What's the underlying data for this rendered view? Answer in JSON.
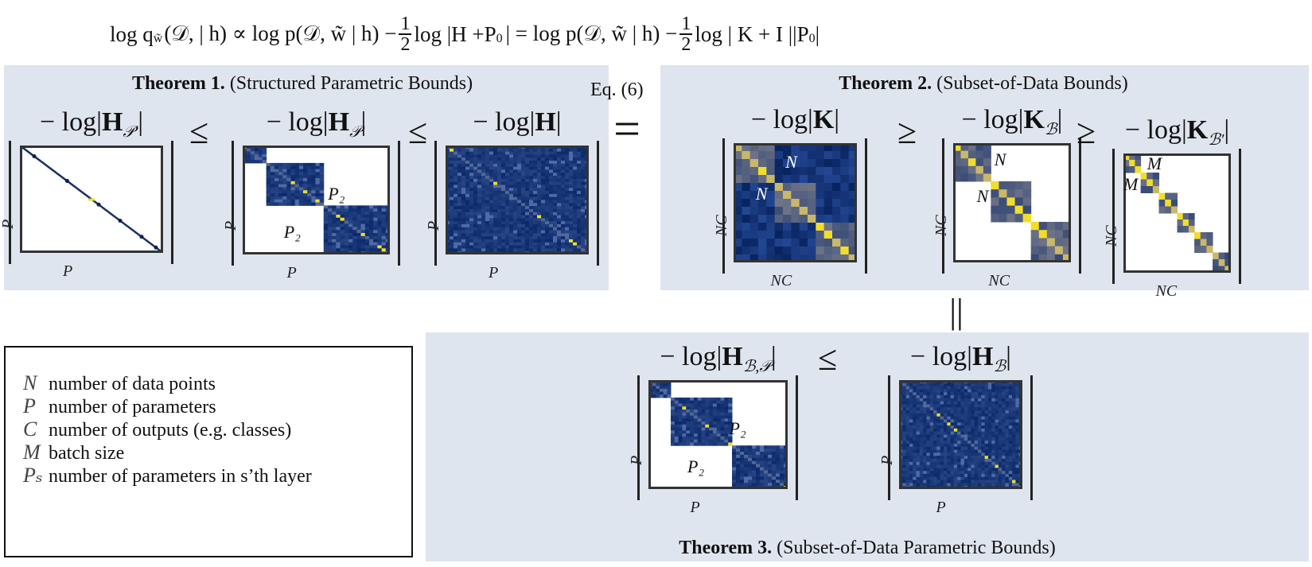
{
  "equation": {
    "p1": "log q",
    "p1_sub": "w̃",
    "p2": "(𝒟, | h) ∝ log p(𝒟, w̃ | h) −",
    "frac_num": "1",
    "frac_den": "2",
    "p3": "log |H +P",
    "p3_sub": "0",
    "p4": "| = log p(𝒟, w̃ | h) −",
    "p5": "log | K + I ||P",
    "p5_sub": "0",
    "p6": "|"
  },
  "theorem1": {
    "title_bold": "Theorem 1.",
    "title_rest": "(Structured Parametric Bounds)",
    "matrices": [
      {
        "pre": "− log|",
        "sym": "H",
        "sub": "𝒫′",
        "post": "|",
        "axis": "P"
      },
      {
        "pre": "− log|",
        "sym": "H",
        "sub": "𝒫",
        "post": "|",
        "axis": "P",
        "block_label": "P₂"
      },
      {
        "pre": "− log|",
        "sym": "H",
        "sub": "",
        "post": "|",
        "axis": "P"
      }
    ],
    "relations": [
      "≤",
      "≤"
    ]
  },
  "link": {
    "eq_ref": "Eq. (6)",
    "equals": "=",
    "parallel": "||"
  },
  "theorem2": {
    "title_bold": "Theorem 2.",
    "title_rest": "(Subset-of-Data Bounds)",
    "matrices": [
      {
        "pre": "− log|",
        "sym": "K",
        "sub": "",
        "post": "|",
        "axis": "NC",
        "block_label": "N"
      },
      {
        "pre": "− log|",
        "sym": "K",
        "sub": "ℬ",
        "post": "|",
        "axis": "NC",
        "block_label": "N"
      },
      {
        "pre": "− log|",
        "sym": "K",
        "sub": "ℬ′",
        "post": "|",
        "axis": "NC",
        "block_label": "M"
      }
    ],
    "relations": [
      "≥",
      "≥"
    ]
  },
  "theorem3": {
    "title_bold": "Theorem 3.",
    "title_rest": "(Subset-of-Data Parametric Bounds)",
    "matrices": [
      {
        "pre": "− log|",
        "sym": "H",
        "sub": "ℬ,𝒫",
        "post": "|",
        "axis": "P",
        "block_label": "P₂"
      },
      {
        "pre": "− log|",
        "sym": "H",
        "sub": "ℬ",
        "post": "|",
        "axis": "P"
      }
    ],
    "relations": [
      "≤"
    ]
  },
  "legend": {
    "items": [
      {
        "symbol": "N",
        "text": "number of data points"
      },
      {
        "symbol": "P",
        "text": "number of parameters"
      },
      {
        "symbol": "C",
        "text": "number of outputs (e.g. classes)"
      },
      {
        "symbol": "M",
        "text": "batch size"
      },
      {
        "symbol": "Pₛ",
        "text": "number of parameters in s’th layer"
      }
    ]
  },
  "colors": {
    "panel_bg": "#dfe5ee",
    "matrix_dark": "#0b2a6b",
    "matrix_gray": "#6f7487",
    "matrix_yellow": "#f2dd2a"
  }
}
